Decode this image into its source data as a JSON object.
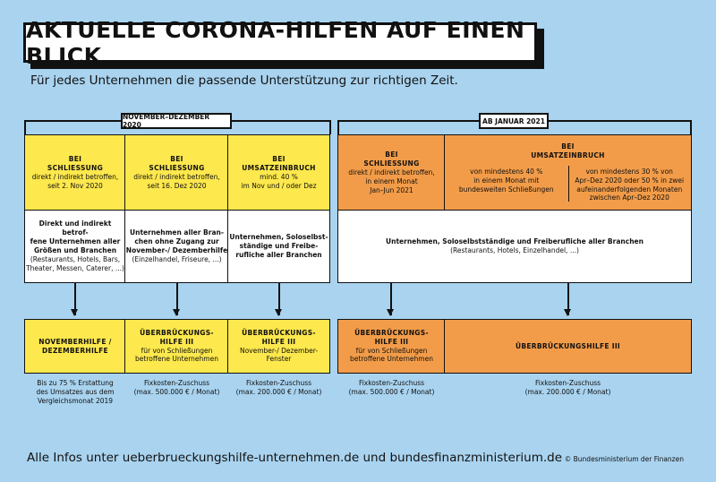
{
  "title": "AKTUELLE CORONA-HILFEN AUF EINEN BLICK",
  "subtitle": "Für jedes Unternehmen die passende Unterstützung zur richtigen Zeit.",
  "periods": {
    "left": "NOVEMBER–DEZEMBER 2020",
    "right": "AB JANUAR 2021"
  },
  "columns": [
    {
      "header_title": "BEI\nSCHLIESSUNG",
      "header_text": "direkt / indirekt betroffen,\nseit 2. Nov 2020",
      "who_bold": "Direkt und indirekt betrof-\nfene Unternehmen aller\nGrößen und Branchen",
      "who_normal": "(Restaurants, Hotels, Bars,\nTheater, Messen, Caterer, ...)",
      "aid_title": "NOVEMBERHILFE /\nDEZEMBERHILFE",
      "aid_text": "",
      "below": "Bis zu 75 % Erstattung\ndes Umsatzes aus dem\nVergleichsmonat 2019"
    },
    {
      "header_title": "BEI\nSCHLIESSUNG",
      "header_text": "direkt / indirekt betroffen,\nseit 16. Dez 2020",
      "who_bold": "Unternehmen aller Bran-\nchen ohne Zugang zur\nNovember-/ Dezemberhilfe",
      "who_normal": "(Einzelhandel, Friseure, ...)",
      "aid_title": "ÜBERBRÜCKUNGS-\nHILFE III",
      "aid_text": "für von Schließungen\nbetroffene Unternehmen",
      "below": "Fixkosten-Zuschuss\n(max. 500.000 € / Monat)"
    },
    {
      "header_title": "BEI\nUMSATZEINBRUCH",
      "header_text": "mind. 40 %\nim Nov und / oder Dez",
      "who_bold": "Unternehmen, Soloselbst-\nständige und Freibe-\nrufliche aller Branchen",
      "who_normal": "",
      "aid_title": "ÜBERBRÜCKUNGS-\nHILFE III",
      "aid_text": "November-/ Dezember-\nFenster",
      "below": "Fixkosten-Zuschuss\n(max. 200.000 € / Monat)"
    },
    {
      "header_title": "BEI\nSCHLIESSUNG",
      "header_text": "direkt / indirekt betroffen,\nin einem Monat\nJan–Jun 2021",
      "aid_title": "ÜBERBRÜCKUNGS-\nHILFE III",
      "aid_text": "für von Schließungen\nbetroffene Unternehmen",
      "below": "Fixkosten-Zuschuss\n(max. 500.000 € / Monat)"
    },
    {
      "header_title": "BEI\nUMSATZEINBRUCH",
      "header_left": "von mindestens 40 %\nin einem Monat mit\nbundesweiten Schließungen",
      "header_right": "von mindestens 30 % von\nApr–Dez 2020 oder 50 % in zwei\naufeinanderfolgenden Monaten\nzwischen Apr–Dez 2020",
      "aid_title": "ÜBERBRÜCKUNGSHILFE III",
      "below": "Fixkosten-Zuschuss\n(max. 200.000 € / Monat)"
    }
  ],
  "right_who": {
    "bold": "Unternehmen, Soloselbstständige und Freiberufliche aller Branchen",
    "normal": "(Restaurants, Hotels, Einzelhandel, ...)"
  },
  "footer": "Alle Infos unter ueberbrueckungshilfe-unternehmen.de und bundesfinanzministerium.de",
  "copyright": "© Bundesministerium der Finanzen",
  "colors": {
    "background": "#a9d3ef",
    "yellow": "#fde84d",
    "orange": "#f29c49"
  }
}
